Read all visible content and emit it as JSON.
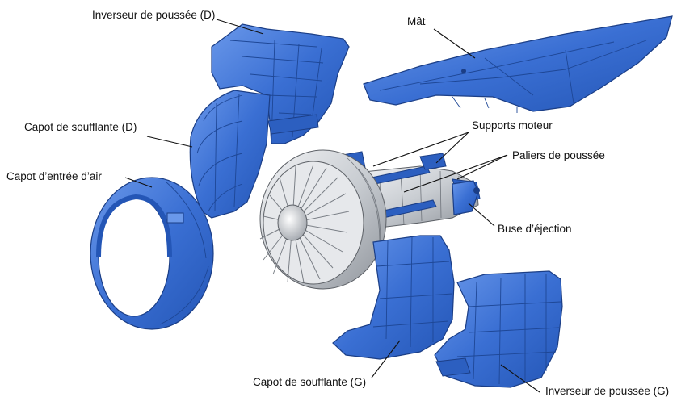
{
  "labels": {
    "inverseur_d": "Inverseur de poussée (D)",
    "mat": "Mât",
    "capot_soufflante_d": "Capot de soufflante (D)",
    "supports_moteur": "Supports moteur",
    "paliers_poussee": "Paliers de poussée",
    "capot_entree_air": "Capot d’entrée d’air",
    "buse_ejection": "Buse d’éjection",
    "capot_soufflante_g": "Capot de soufflante (G)",
    "inverseur_g": "Inverseur de poussée (G)"
  },
  "colors": {
    "nacelle_blue": "#3a6fd3",
    "nacelle_outline": "#1b3e86",
    "engine_metal": "#c9cdd2",
    "label_text": "#111111"
  }
}
